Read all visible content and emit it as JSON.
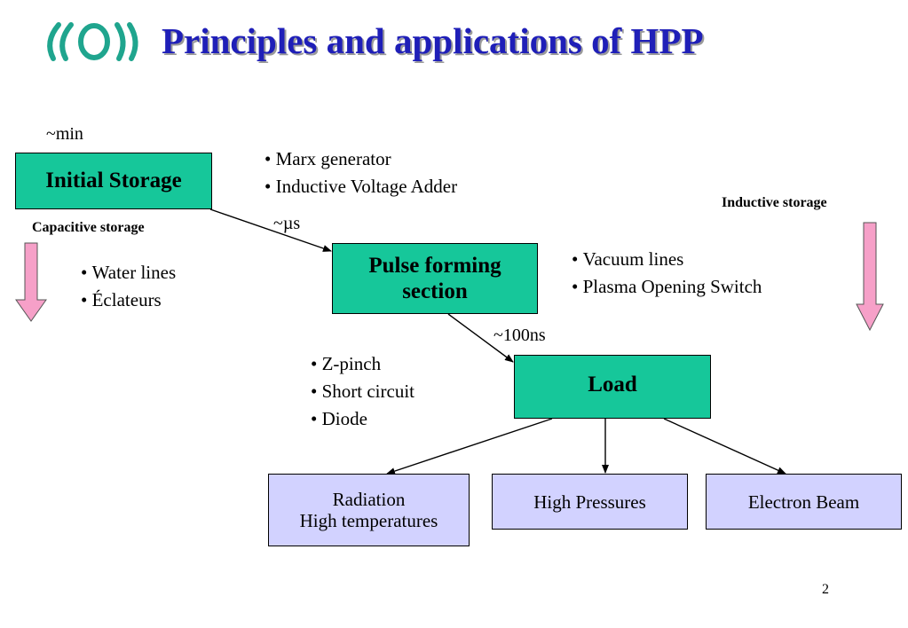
{
  "slide": {
    "title": "Principles and applications of HPP",
    "page_number": "2",
    "logo_icon": "institute-logo-icon"
  },
  "timescales": {
    "min": "~min",
    "us": "~µs",
    "ns": "~100ns"
  },
  "boxes": {
    "initial_storage": "Initial Storage",
    "pulse_forming": [
      "Pulse forming",
      "section"
    ],
    "load": "Load"
  },
  "storage_labels": {
    "capacitive": "Capacitive storage",
    "inductive": "Inductive storage"
  },
  "lists": {
    "generators": [
      "Marx generator",
      "Inductive Voltage Adder"
    ],
    "capacitive_items": [
      "Water lines",
      "Éclateurs"
    ],
    "inductive_items": [
      "Vacuum lines",
      "Plasma Opening Switch"
    ],
    "load_items": [
      "Z-pinch",
      "Short circuit",
      "Diode"
    ]
  },
  "applications": {
    "radiation": [
      "Radiation",
      "High temperatures"
    ],
    "pressures": "High Pressures",
    "electron_beam": "Electron Beam"
  },
  "colors": {
    "title": "#1f1fb8",
    "process_box": "#16c79a",
    "application_box": "#d2d2ff",
    "arrow_down": "#f6a0c8"
  }
}
